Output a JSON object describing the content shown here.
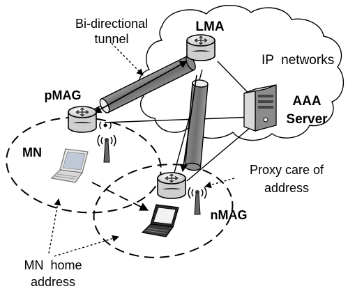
{
  "labels": {
    "tunnel_line1": "Bi-directional",
    "tunnel_line2": "tunnel",
    "lma": "LMA",
    "ip_networks": "IP  networks",
    "pmag": "pMAG",
    "aaa_line1": "AAA",
    "aaa_line2": "Server",
    "mn": "MN",
    "proxy_line1": "Proxy care of",
    "proxy_line2": "address",
    "nmag": "nMAG",
    "home_line1": "MN  home",
    "home_line2": "address"
  },
  "colors": {
    "tunnel_fill": "#7f7f7f",
    "router_fill": "#e6e6e6",
    "line": "#000000",
    "background": "#ffffff"
  },
  "icons": [
    "router-icon",
    "antenna-icon",
    "laptop-icon",
    "server-icon",
    "cloud-icon"
  ]
}
